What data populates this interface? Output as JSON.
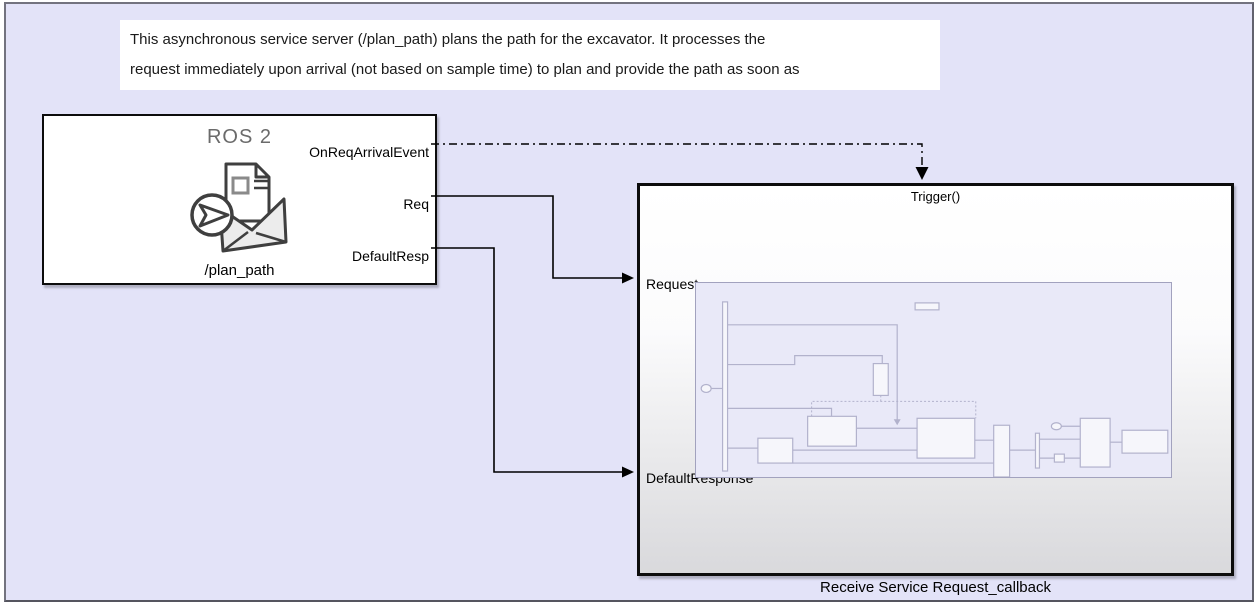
{
  "annotation": {
    "line1": "This asynchronous service server (/plan_path) plans the path for the excavator. It processes the",
    "line2": "request immediately upon arrival (not based on sample time) to plan and provide the path as soon as"
  },
  "ros2_block": {
    "type_label": "ROS 2",
    "name": "/plan_path",
    "icon": "ros2-service-send-message-icon",
    "output_ports": [
      {
        "label": "OnReqArrivalEvent"
      },
      {
        "label": "Req"
      },
      {
        "label": "DefaultResp"
      }
    ]
  },
  "subsystem_block": {
    "trigger_port_label": "Trigger()",
    "name": "Receive Service Request_callback",
    "input_ports": [
      {
        "label": "Request"
      },
      {
        "label": "DefaultResponse"
      }
    ]
  },
  "colors": {
    "canvas_bg": "#e3e3f8",
    "canvas_border": "#73737f",
    "block_border": "#0c0c0c",
    "block_fill": "#ffffff",
    "subsystem_fill_top": "#ffffff",
    "subsystem_fill_bottom": "#d9d9dc",
    "wire": "#000000",
    "preview_bg": "#e9e9f8",
    "preview_stroke": "#b2b2cc",
    "ros2_title": "#6b6b6b",
    "annotation_bg": "#ffffff",
    "annotation_text": "#1a1a1a",
    "label_text": "#000000"
  }
}
